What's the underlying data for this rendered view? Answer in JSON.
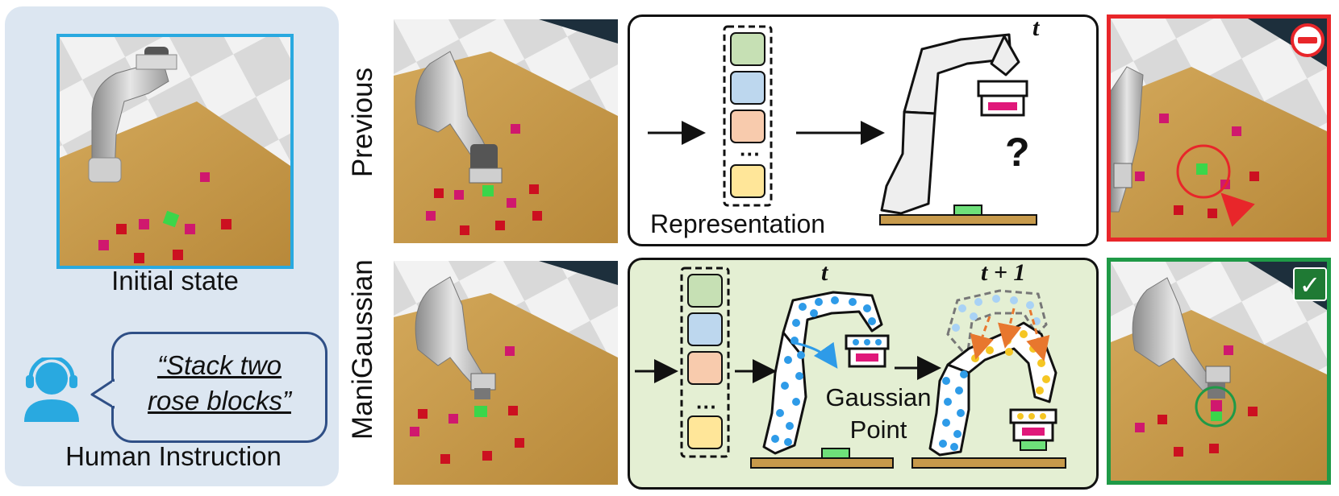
{
  "left_panel": {
    "initial_state_caption": "Initial state",
    "instruction_quote_line1": "“Stack two",
    "instruction_quote_line2": "rose blocks”",
    "instruction_caption": "Human Instruction"
  },
  "rows": {
    "previous_label": "Previous",
    "manigaussian_label": "ManiGaussian"
  },
  "previous_panel": {
    "representation_label": "Representation",
    "time_label": "t",
    "unknown_mark": "?",
    "ellipsis": "···"
  },
  "manigaussian_panel": {
    "time_label": "t",
    "next_time_label": "t + 1",
    "gaussian_point_line1": "Gaussian",
    "gaussian_point_line2": "Point",
    "ellipsis": "···"
  },
  "results": {
    "fail_icon": "minus-circle-icon",
    "success_icon": "check-icon",
    "success_mark": "✓"
  },
  "colors": {
    "initial_frame": "#29a9e0",
    "fail_frame": "#e8262a",
    "success_frame": "#1f9a47",
    "left_panel_bg": "#dce6f1",
    "mani_panel_bg": "#e4efd3",
    "gaussian_blue": "#2e9be8",
    "gaussian_yellow": "#f5c623",
    "arrow_orange": "#e8772e",
    "table_wood": "#c79a4b",
    "target_pink": "#e0187a",
    "target_green": "#6ee07a"
  }
}
